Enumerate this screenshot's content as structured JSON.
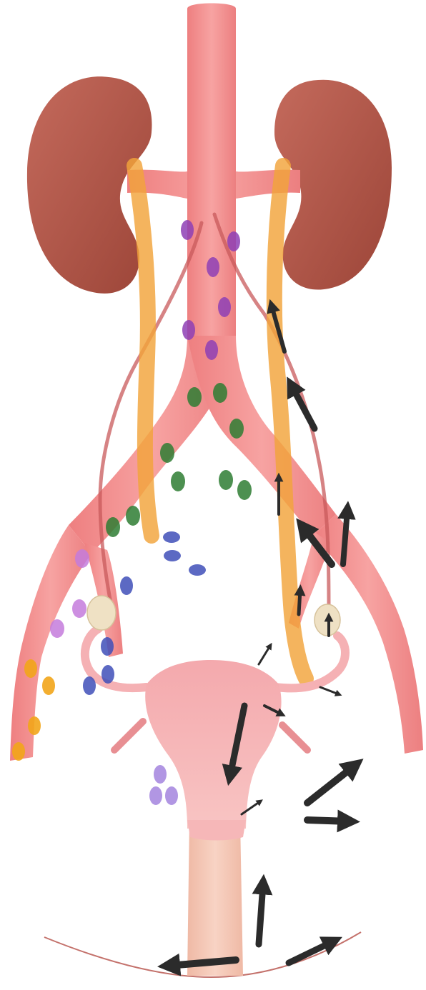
{
  "figure": {
    "structures": [
      "aorta",
      "renal-arteries",
      "left-kidney",
      "right-kidney",
      "left-ureter",
      "right-ureter",
      "left-ovarian-vessel",
      "right-ovarian-vessel",
      "common-iliac-arteries",
      "external-iliac-arteries",
      "internal-iliac-arteries",
      "uterus",
      "fallopian-tubes",
      "ovaries",
      "round-ligaments",
      "cervix",
      "vagina",
      "perineum"
    ],
    "node_groups": [
      {
        "id": "para-aortic",
        "color": "#8e3fb5"
      },
      {
        "id": "common-iliac",
        "color": "#2e7d32"
      },
      {
        "id": "obturator-internal-iliac",
        "color": "#3f4fb8"
      },
      {
        "id": "external-iliac",
        "color": "#c47bdc"
      },
      {
        "id": "inguinal",
        "color": "#f2a51a"
      },
      {
        "id": "parametrial",
        "color": "#a98be0"
      }
    ],
    "colors": {
      "vessel": "#f08b8b",
      "kidney": "#b5584a",
      "ureter": "#f2a33a",
      "uterus": "#f5b3b5",
      "ovary": "#efe1c4",
      "vagina": "#f3c2b0",
      "arrow": "#2b2b2b"
    },
    "icons": [
      "arrow-icon"
    ]
  }
}
